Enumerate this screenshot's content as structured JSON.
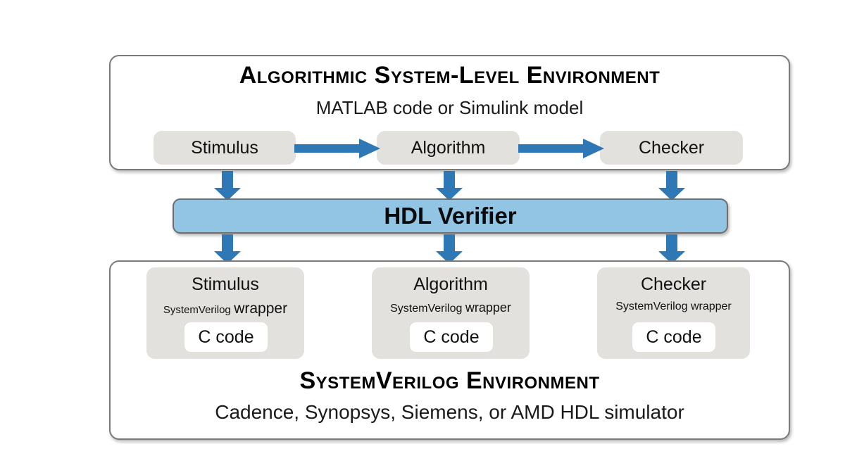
{
  "colors": {
    "arrow_blue": "#2E79B5",
    "hdl_bar_fill": "#92C5E4",
    "grey_box_fill": "#E3E1DD",
    "panel_border": "#7A7A7A",
    "page_background": "#FFFFFF"
  },
  "top_panel": {
    "title": "Algorithmic System-Level Environment",
    "subtitle": "MATLAB code or Simulink model",
    "blocks": [
      {
        "label": "Stimulus"
      },
      {
        "label": "Algorithm"
      },
      {
        "label": "Checker"
      }
    ],
    "flow_arrows": [
      {
        "from": "Stimulus",
        "to": "Algorithm",
        "direction": "right"
      },
      {
        "from": "Algorithm",
        "to": "Checker",
        "direction": "right"
      }
    ]
  },
  "middle_bar": {
    "label": "HDL Verifier"
  },
  "connector_arrows": {
    "direction": "down",
    "above_bar_count": 3,
    "below_bar_count": 3,
    "note": "Stimulus, Algorithm and Checker each connect down through HDL Verifier"
  },
  "bottom_panel": {
    "title": "SystemVerilog Environment",
    "subtitle": "Cadence, Synopsys, Siemens, or AMD HDL simulator",
    "blocks": [
      {
        "title": "Stimulus",
        "sub_language": "SystemVerilog",
        "sub_word": "wrapper",
        "inner_label": "C code"
      },
      {
        "title": "Algorithm",
        "sub_language": "SystemVerilog",
        "sub_word": "wrapper",
        "inner_label": "C code"
      },
      {
        "title": "Checker",
        "sub_language": "SystemVerilog",
        "sub_word": "wrapper",
        "inner_label": "C code"
      }
    ]
  }
}
